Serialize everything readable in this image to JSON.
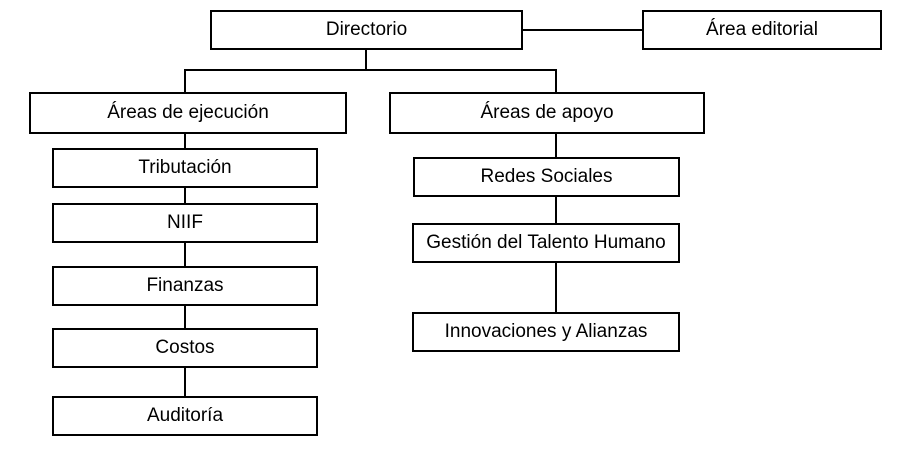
{
  "diagram": {
    "type": "org-chart",
    "colors": {
      "box_border": "#000000",
      "box_fill": "#ffffff",
      "line": "#000000",
      "text": "#000000",
      "background": "#ffffff"
    },
    "nodes": {
      "directorio": {
        "label": "Directorio"
      },
      "area_editorial": {
        "label": "Área editorial"
      },
      "areas_ejecucion": {
        "label": "Áreas de ejecución"
      },
      "tributacion": {
        "label": "Tributación"
      },
      "niif": {
        "label": "NIIF"
      },
      "finanzas": {
        "label": "Finanzas"
      },
      "costos": {
        "label": "Costos"
      },
      "auditoria": {
        "label": "Auditoría"
      },
      "areas_apoyo": {
        "label": "Áreas de apoyo"
      },
      "redes_sociales": {
        "label": "Redes Sociales"
      },
      "gestion_talento": {
        "label": "Gestión del Talento Humano"
      },
      "innovaciones": {
        "label": "Innovaciones y Alianzas"
      }
    },
    "edges": [
      {
        "from": "Directorio",
        "to": "Área editorial",
        "style": "lateral"
      },
      {
        "from": "Directorio",
        "to": "Áreas de ejecución"
      },
      {
        "from": "Directorio",
        "to": "Áreas de apoyo"
      },
      {
        "from": "Áreas de ejecución",
        "to": "Tributación"
      },
      {
        "from": "Tributación",
        "to": "NIIF"
      },
      {
        "from": "NIIF",
        "to": "Finanzas"
      },
      {
        "from": "Finanzas",
        "to": "Costos"
      },
      {
        "from": "Costos",
        "to": "Auditoría"
      },
      {
        "from": "Áreas de apoyo",
        "to": "Redes Sociales"
      },
      {
        "from": "Redes Sociales",
        "to": "Gestión del Talento Humano"
      },
      {
        "from": "Gestión del Talento Humano",
        "to": "Innovaciones y Alianzas"
      }
    ]
  }
}
